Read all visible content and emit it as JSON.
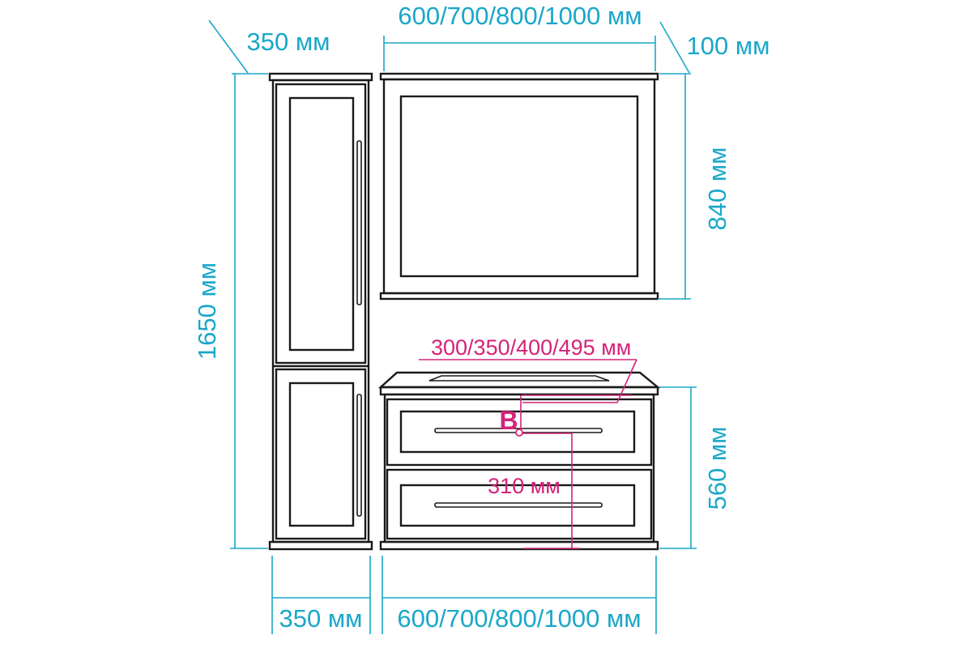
{
  "labels": {
    "mirror_width_top": "600/700/800/1000 мм",
    "column_depth_top": "350 мм",
    "mirror_depth": "100 мм",
    "mirror_height": "840 мм",
    "column_height": "1650 мм",
    "basin_widths": "300/350/400/495 мм",
    "outlet_marker": "B",
    "outlet_height": "310 мм",
    "cabinet_height": "560 мм",
    "column_width_bottom": "350 мм",
    "cabinet_width_bottom": "600/700/800/1000 мм"
  },
  "colors": {
    "dimension": "#1aa7c9",
    "plumbing": "#d4237a",
    "outline": "#1a1a1a"
  }
}
